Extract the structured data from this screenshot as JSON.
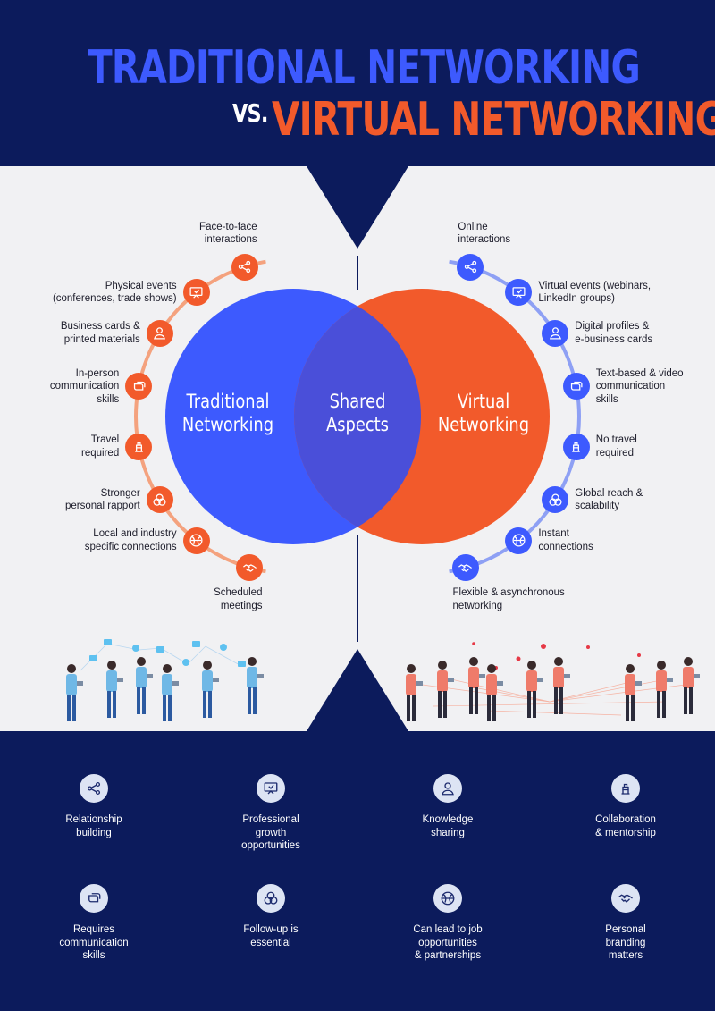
{
  "header": {
    "title_line1": "TRADITIONAL NETWORKING",
    "vs": "VS.",
    "title_line2": "VIRTUAL NETWORKING"
  },
  "venn": {
    "left_circle": "Traditional\nNetworking",
    "center": "Shared\nAspects",
    "right_circle": "Virtual\nNetworking"
  },
  "traditional_items": [
    {
      "label": "Face-to-face\ninteractions",
      "icon": "network-icon"
    },
    {
      "label": "Physical events\n(conferences, trade shows)",
      "icon": "presentation-icon"
    },
    {
      "label": "Business cards &\nprinted materials",
      "icon": "user-icon"
    },
    {
      "label": "In-person\ncommunication\nskills",
      "icon": "chat-icon"
    },
    {
      "label": "Travel\nrequired",
      "icon": "travel-icon"
    },
    {
      "label": "Stronger\npersonal rapport",
      "icon": "circles-icon"
    },
    {
      "label": "Local and industry\nspecific connections",
      "icon": "globe-icon"
    },
    {
      "label": "Scheduled\nmeetings",
      "icon": "handshake-icon"
    }
  ],
  "virtual_items": [
    {
      "label": "Online\ninteractions",
      "icon": "network-icon"
    },
    {
      "label": "Virtual events (webinars,\nLinkedIn groups)",
      "icon": "presentation-icon"
    },
    {
      "label": "Digital profiles &\ne-business cards",
      "icon": "user-icon"
    },
    {
      "label": "Text-based & video\ncommunication\nskills",
      "icon": "chat-icon"
    },
    {
      "label": "No travel\nrequired",
      "icon": "travel-icon"
    },
    {
      "label": "Global reach &\nscalability",
      "icon": "circles-icon"
    },
    {
      "label": "Instant\nconnections",
      "icon": "globe-icon"
    },
    {
      "label": "Flexible & asynchronous\nnetworking",
      "icon": "handshake-icon"
    }
  ],
  "shared_items": [
    {
      "label": "Relationship\nbuilding",
      "icon": "network-icon"
    },
    {
      "label": "Professional\ngrowth\nopportunities",
      "icon": "presentation-icon"
    },
    {
      "label": "Knowledge\nsharing",
      "icon": "user-icon"
    },
    {
      "label": "Collaboration\n& mentorship",
      "icon": "travel-icon"
    },
    {
      "label": "Requires\ncommunication\nskills",
      "icon": "chat-icon"
    },
    {
      "label": "Follow-up is\nessential",
      "icon": "circles-icon"
    },
    {
      "label": "Can lead to job\nopportunities\n& partnerships",
      "icon": "globe-icon"
    },
    {
      "label": "Personal\nbranding\nmatters",
      "icon": "handshake-icon"
    }
  ],
  "colors": {
    "navy": "#0c1b5c",
    "blue": "#3d5afe",
    "orange": "#f25a2b",
    "overlap": "#4a4fd9",
    "panel": "#f1f1f3"
  }
}
